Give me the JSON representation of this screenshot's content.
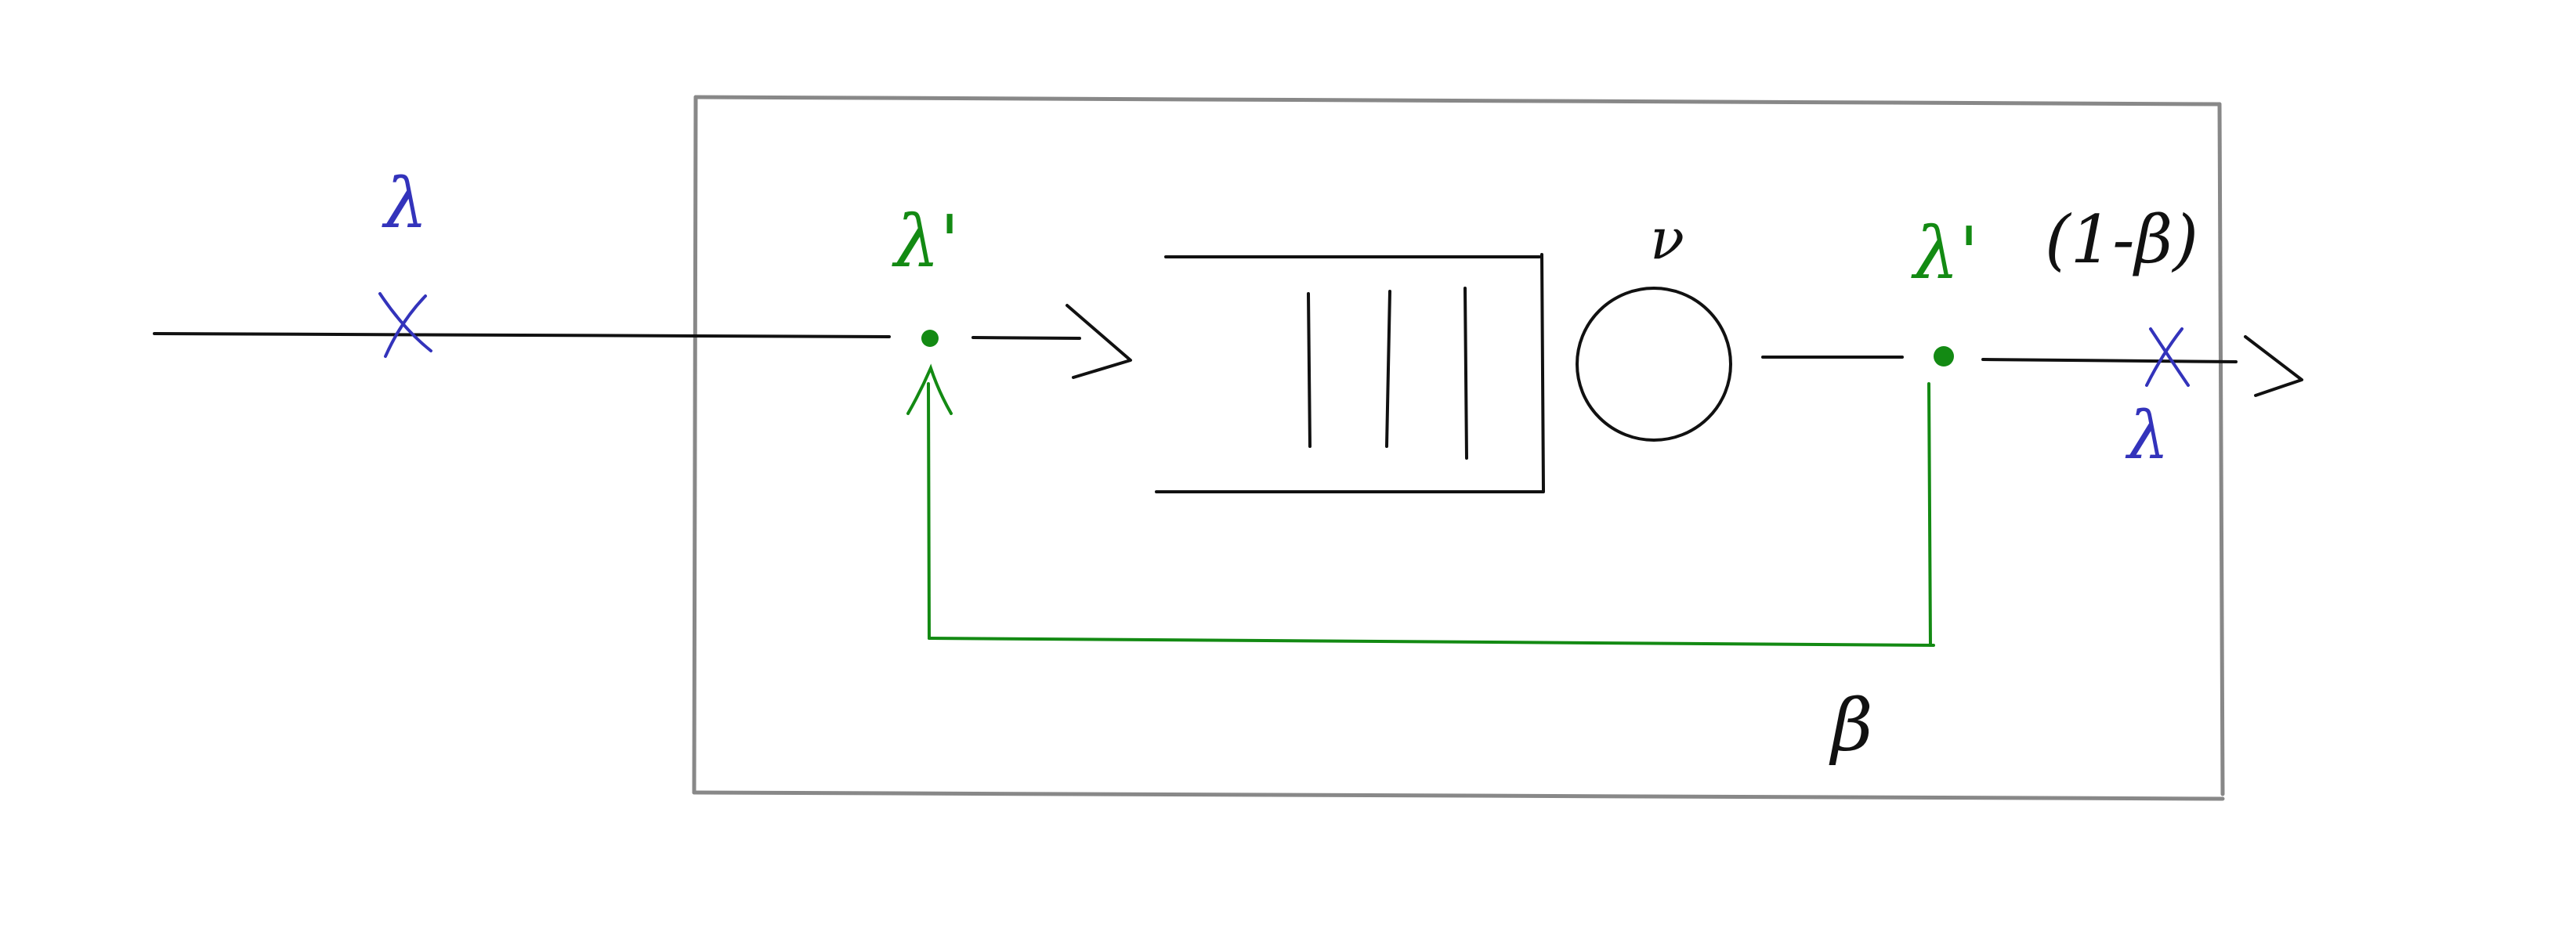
{
  "colors": {
    "ink": "#111111",
    "box": "#888888",
    "feedback": "#138a13",
    "flow": "#3333bb"
  },
  "labels": {
    "arrival_rate": "λ",
    "internal_rate_in": "λ'",
    "service_rate": "ν",
    "internal_rate_out": "λ'",
    "exit_probability": "(1-β)",
    "departure_rate": "λ",
    "feedback_probability": "β"
  },
  "icons": {
    "arrival_marker": "cross-icon",
    "departure_marker": "cross-icon",
    "junction": "dot-icon",
    "server": "circle-icon",
    "queue": "queue-buffer-icon"
  }
}
